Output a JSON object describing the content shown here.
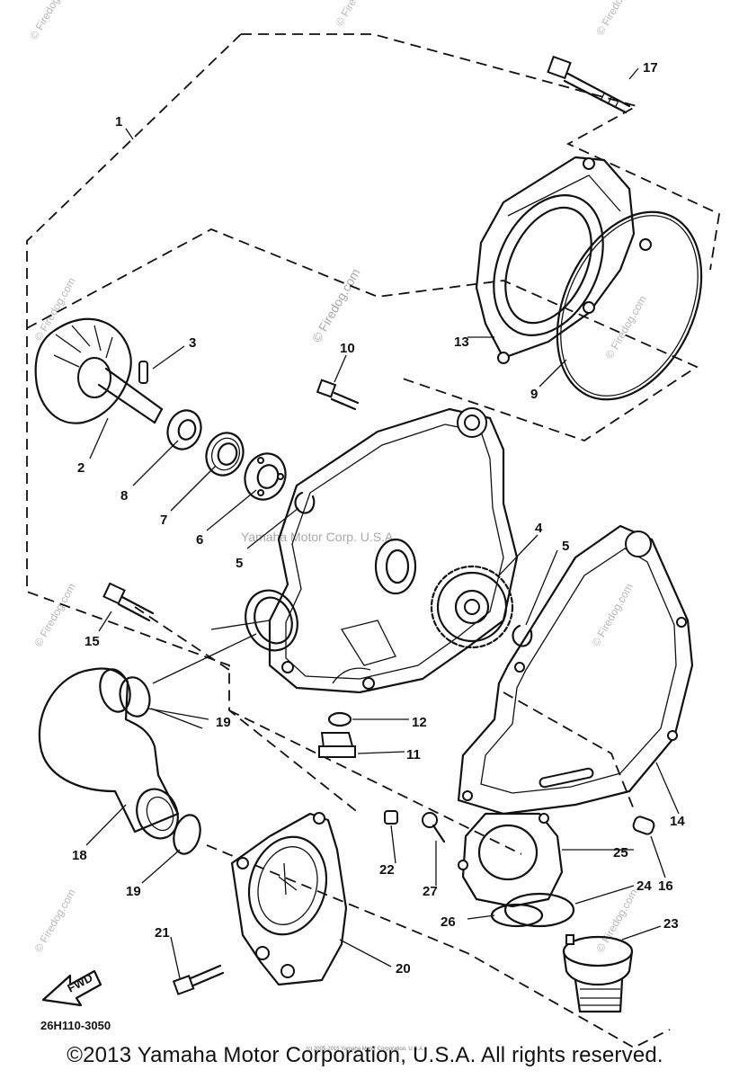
{
  "parts": {
    "p1": "1",
    "p2": "2",
    "p3": "3",
    "p4": "4",
    "p5a": "5",
    "p5b": "5",
    "p6": "6",
    "p7": "7",
    "p8": "8",
    "p9": "9",
    "p10": "10",
    "p11": "11",
    "p12": "12",
    "p13": "13",
    "p14": "14",
    "p15": "15",
    "p16": "16",
    "p17": "17",
    "p18": "18",
    "p19a": "19",
    "p19b": "19",
    "p20": "20",
    "p21": "21",
    "p22": "22",
    "p23": "23",
    "p24": "24",
    "p25": "25",
    "p26": "26",
    "p27": "27"
  },
  "diagram_code": "26H110-3050",
  "front_arrow_label": "FWD",
  "watermarks": {
    "firedog": "© Firedog.com",
    "yamaha": "Yamaha Motor Corp. U.S.A."
  },
  "copyright_small": "(c) 2005-2015 Yamaha Motor Corporation, U.S.A.",
  "copyright": "©2013 Yamaha Motor Corporation, U.S.A. All rights reserved."
}
